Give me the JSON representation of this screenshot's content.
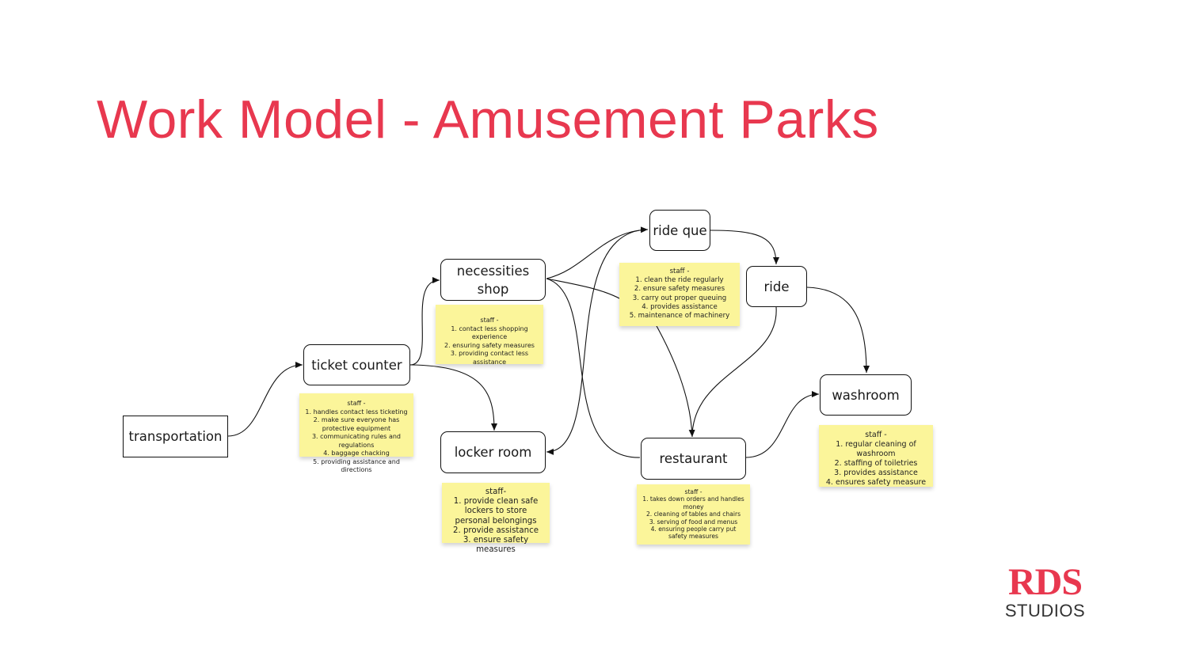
{
  "slide": {
    "title": "Work Model - Amusement Parks",
    "colors": {
      "accent": "#e8384f",
      "note": "#fbf59a",
      "stroke": "#111111"
    }
  },
  "nodes": {
    "transportation": "transportation",
    "ticket_counter": "ticket counter",
    "necessities_shop": "necessities\nshop",
    "locker_room": "locker room",
    "ride_que": "ride que",
    "ride": "ride",
    "restaurant": "restaurant",
    "washroom": "washroom"
  },
  "notes": {
    "ticket_counter": {
      "heading": "staff -",
      "lines": [
        "1. handles contact less ticketing",
        "2. make sure everyone has protective equipment",
        "3. communicating rules and regulations",
        "4. baggage chacking",
        "5. providing assistance and directions"
      ]
    },
    "necessities_shop": {
      "heading": "staff -",
      "lines": [
        "1. contact less shopping experience",
        "2. ensuring safety measures",
        "3. providing contact less assistance"
      ]
    },
    "locker_room": {
      "heading": "staff-",
      "lines": [
        "1. provide clean safe lockers to store personal belongings",
        "2. provide assistance",
        "3. ensure safety measures"
      ]
    },
    "ride_que": {
      "heading": "staff -",
      "lines": [
        "1. clean the ride regularly",
        "2. ensure safety measures",
        "3. carry out proper queuing",
        "4. provides assistance",
        "5. maintenance of machinery"
      ]
    },
    "restaurant": {
      "heading": "staff -",
      "lines": [
        "1. takes down orders and handles money",
        "2. cleaning of tables and chairs",
        "3. serving of food and menus",
        "4. ensuring people carry put safety measures"
      ]
    },
    "washroom": {
      "heading": "staff -",
      "lines": [
        "1. regular cleaning of washroom",
        "2. staffing of toiletries",
        "3. provides assistance",
        "4. ensures safety measure"
      ]
    }
  },
  "logo": {
    "mark": "RDS",
    "word": "STUDIOS"
  }
}
